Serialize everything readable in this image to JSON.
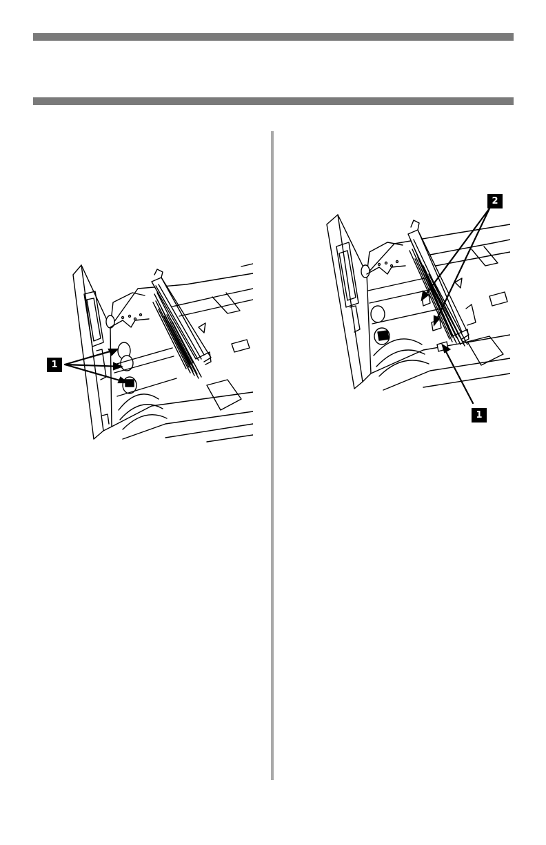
{
  "figure_left": {
    "callout": "1"
  },
  "figure_right": {
    "callouts": {
      "top": "2",
      "bottom": "1"
    }
  },
  "colors": {
    "rule": "#7a7a7a",
    "divider": "#a9a9a9",
    "ink": "#000000",
    "paper": "#ffffff"
  }
}
